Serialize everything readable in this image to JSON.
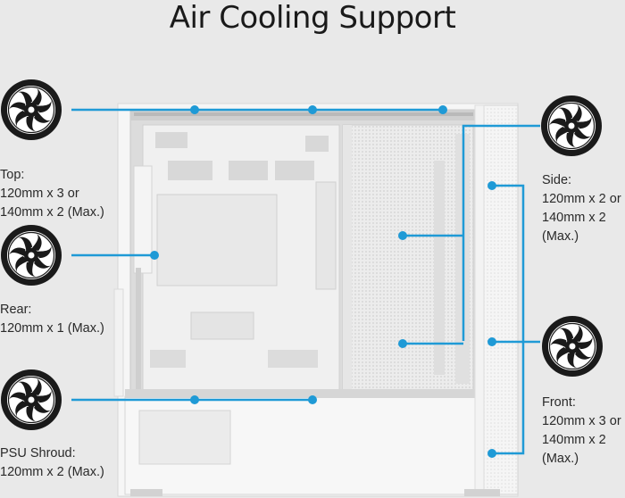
{
  "title": "Air Cooling Support",
  "colors": {
    "accent": "#1f9ad6",
    "background": "#e9e9e9",
    "case": "#f7f7f7",
    "fan": "#1a1a1a"
  },
  "icons": [
    "fan-icon"
  ],
  "zones": {
    "top": {
      "lines": [
        "Top:",
        "120mm x 3 or",
        "140mm x 2 (Max.)"
      ]
    },
    "rear": {
      "lines": [
        "Rear:",
        "120mm x 1 (Max.)"
      ]
    },
    "psu": {
      "lines": [
        "PSU Shroud:",
        "120mm x 2 (Max.)"
      ]
    },
    "side": {
      "lines": [
        "Side:",
        "120mm x 2 or",
        "140mm x 2",
        "(Max.)"
      ]
    },
    "front": {
      "lines": [
        "Front:",
        "120mm x 3 or",
        "140mm x 2",
        "(Max.)"
      ]
    }
  }
}
